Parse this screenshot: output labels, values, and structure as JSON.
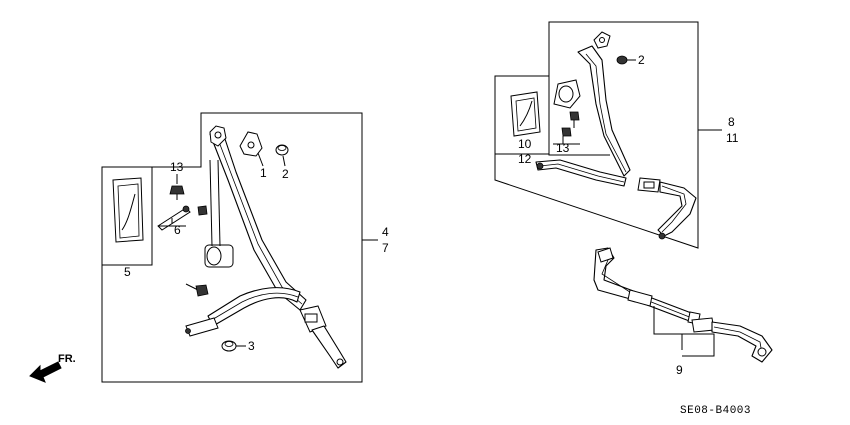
{
  "diagram_code": "SE08-B4003",
  "front_indicator": "FR.",
  "callouts": [
    {
      "id": "c1",
      "text": "1"
    },
    {
      "id": "c2a",
      "text": "2"
    },
    {
      "id": "c2b",
      "text": "2"
    },
    {
      "id": "c3",
      "text": "3"
    },
    {
      "id": "c4",
      "text": "4"
    },
    {
      "id": "c7",
      "text": "7"
    },
    {
      "id": "c5",
      "text": "5"
    },
    {
      "id": "c6",
      "text": "6"
    },
    {
      "id": "c13a",
      "text": "13"
    },
    {
      "id": "c13b",
      "text": "13"
    },
    {
      "id": "c8",
      "text": "8"
    },
    {
      "id": "c11",
      "text": "11"
    },
    {
      "id": "c10",
      "text": "10"
    },
    {
      "id": "c12",
      "text": "12"
    },
    {
      "id": "c9",
      "text": "9"
    }
  ]
}
